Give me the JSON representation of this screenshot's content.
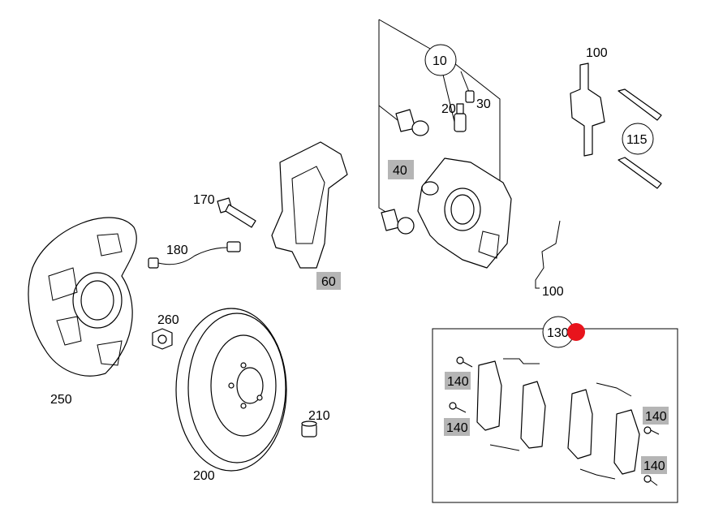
{
  "callouts": {
    "c10": "10",
    "c20": "20",
    "c30": "30",
    "c40": "40",
    "c60": "60",
    "c100_top": "100",
    "c100_bottom": "100",
    "c115": "115",
    "c130": "130",
    "c140_a": "140",
    "c140_b": "140",
    "c140_c": "140",
    "c140_d": "140",
    "c170": "170",
    "c180": "180",
    "c200": "200",
    "c210": "210",
    "c250": "250",
    "c260": "260"
  },
  "colors": {
    "highlight_box": "#b5b5b5",
    "selection_dot": "#e8141c",
    "line": "#000000"
  },
  "icons": {
    "selection_marker": "red-dot-icon"
  }
}
